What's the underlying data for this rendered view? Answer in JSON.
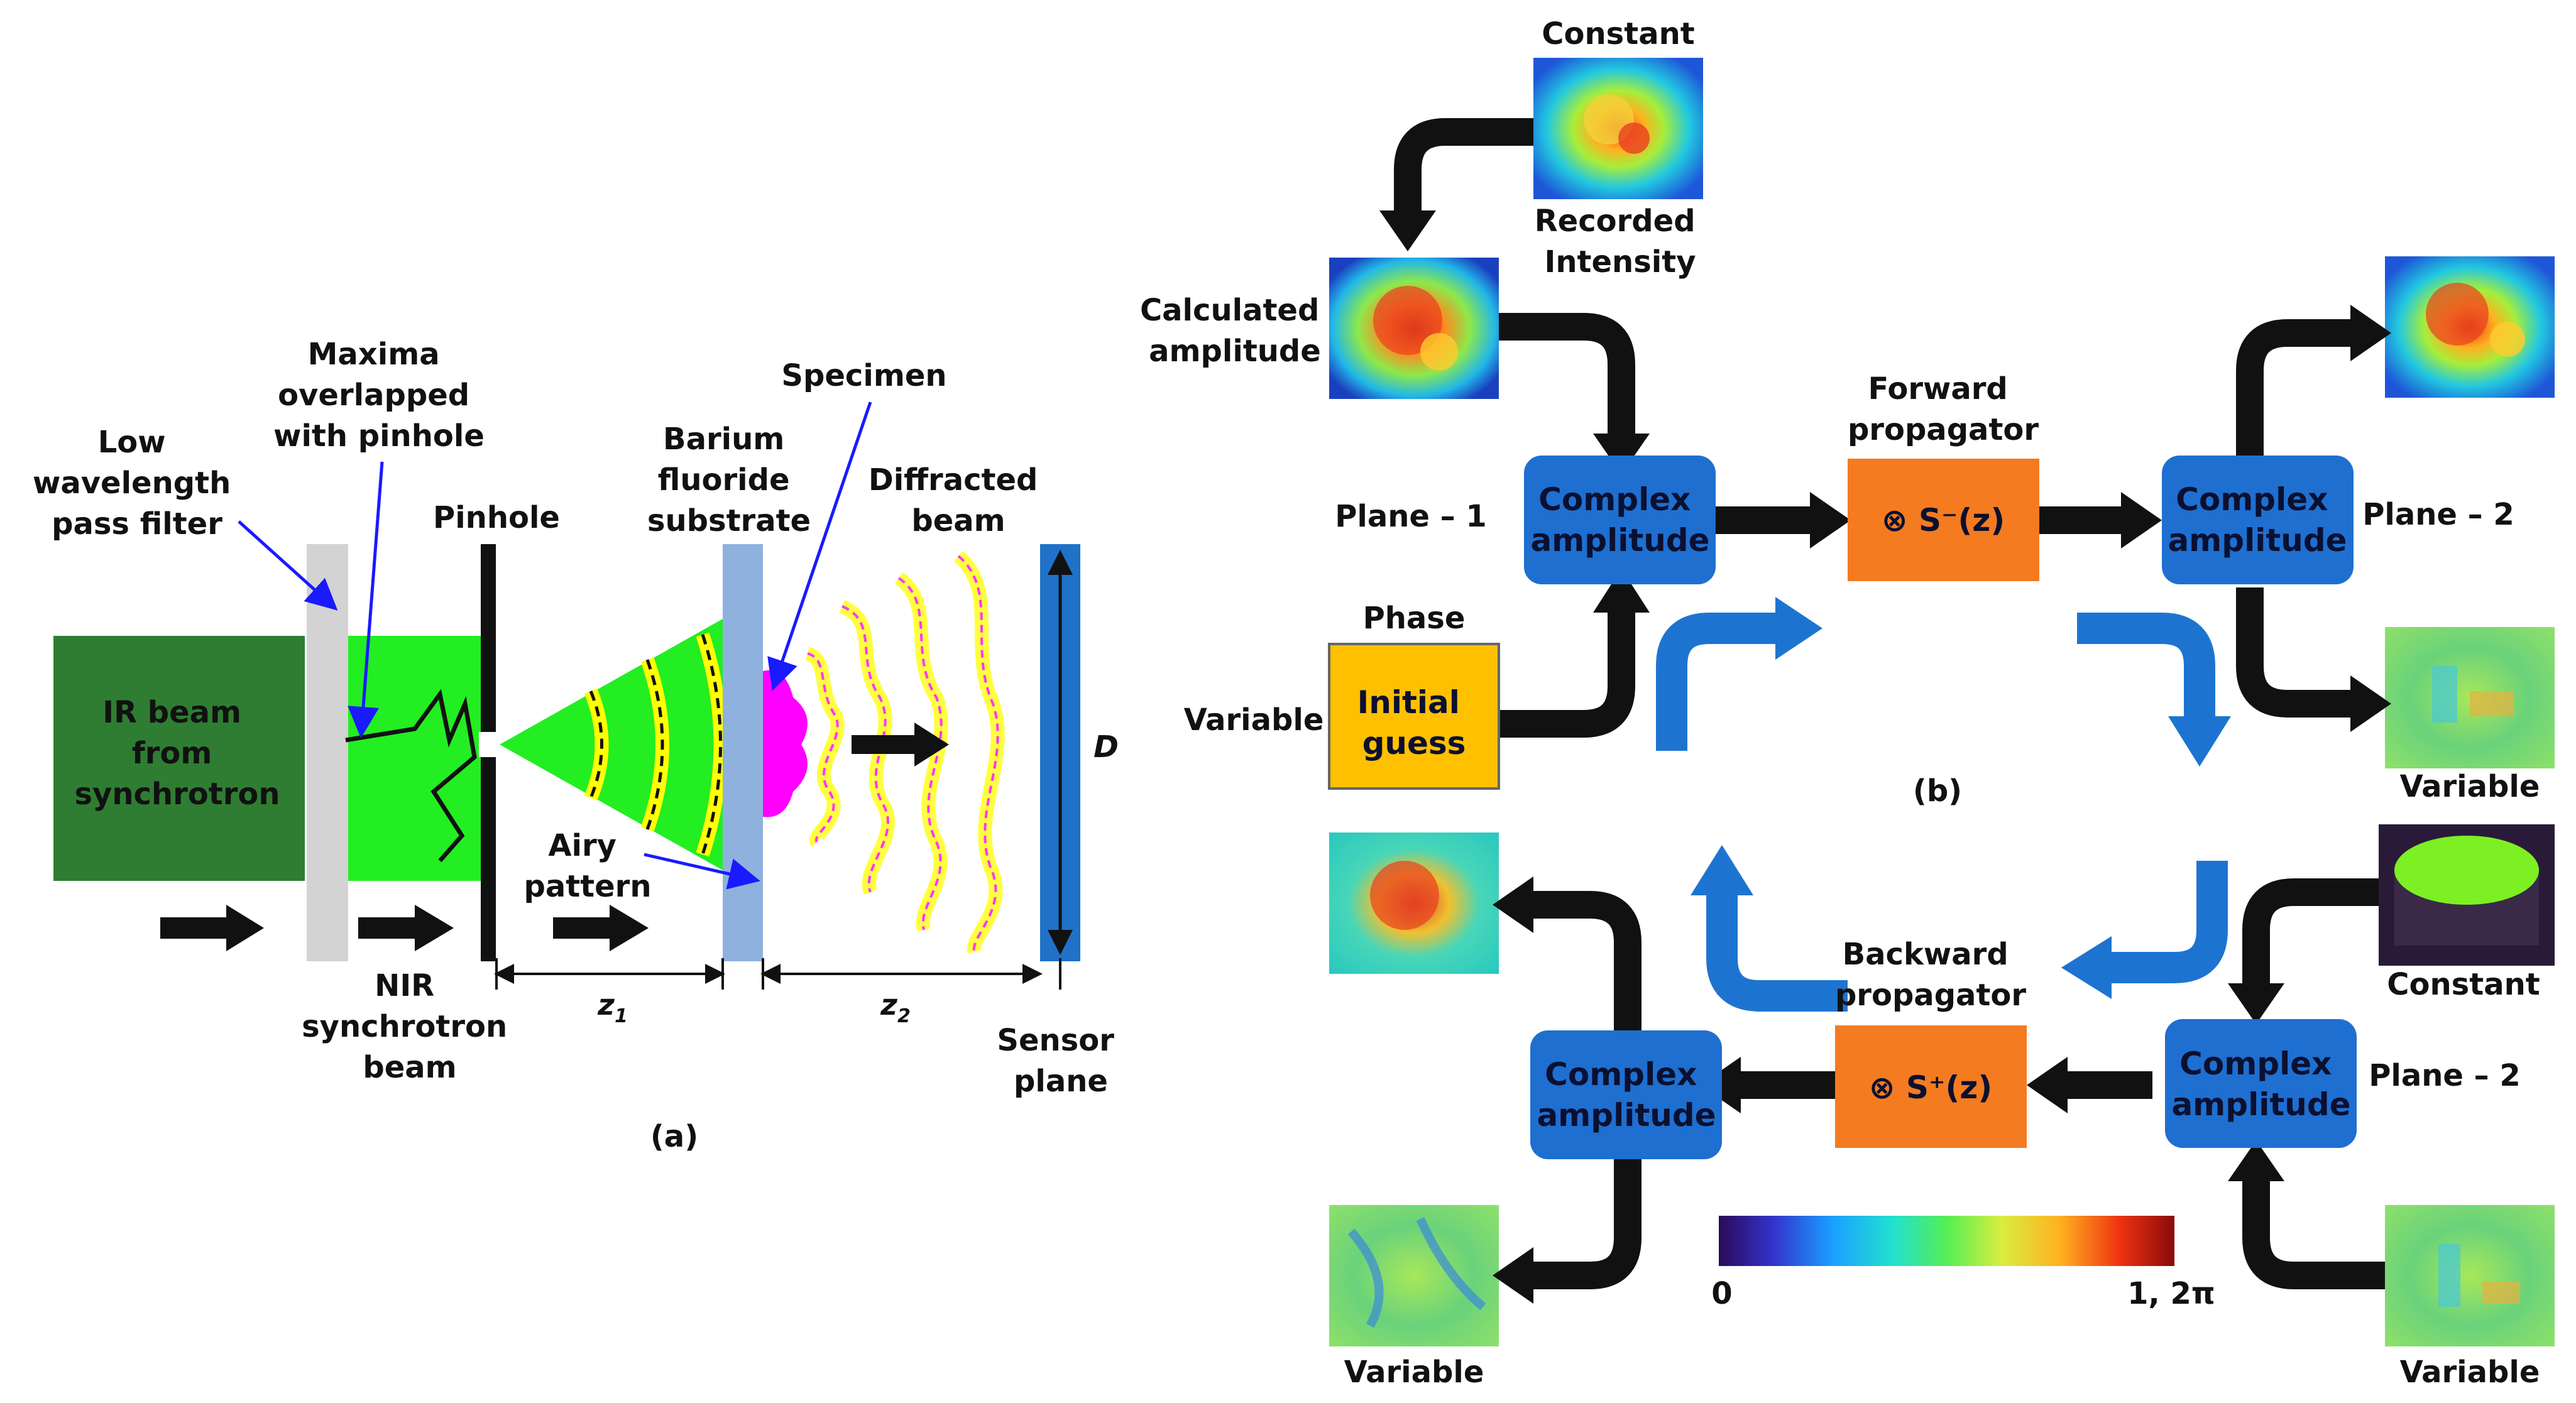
{
  "panel_a": {
    "caption": "(a)",
    "ir_beam": [
      "IR beam",
      "from",
      "synchrotron"
    ],
    "filter_label": [
      "Low",
      "wavelength",
      "pass filter"
    ],
    "maxima_label": [
      "Maxima",
      "overlapped",
      "with pinhole"
    ],
    "pinhole_label": "Pinhole",
    "specimen_label": "Specimen",
    "substrate_label": [
      "Barium",
      "fluoride",
      "substrate"
    ],
    "diffracted_label": [
      "Diffracted",
      "beam"
    ],
    "airy_label": [
      "Airy",
      "pattern"
    ],
    "nir_label": [
      "NIR",
      "synchrotron",
      "beam"
    ],
    "sensor_label": [
      "Sensor",
      "plane"
    ],
    "z1": "z",
    "z1_sub": "1",
    "z2": "z",
    "z2_sub": "2",
    "d_label": "D"
  },
  "panel_b": {
    "caption": "(b)",
    "constant_top": "Constant",
    "recorded_intensity": [
      "Recorded",
      "Intensity"
    ],
    "calculated_amplitude": [
      "Calculated",
      "amplitude"
    ],
    "plane1": "Plane – 1",
    "plane2_top": "Plane – 2",
    "plane2_bottom": "Plane – 2",
    "forward_propagator": [
      "Forward",
      "propagator"
    ],
    "forward_op": "⊗ S⁻(z)",
    "backward_propagator": [
      "Backward",
      "propagator"
    ],
    "backward_op": "⊗ S⁺(z)",
    "complex_amplitude": [
      "Complex",
      "amplitude"
    ],
    "phase": "Phase",
    "initial_guess": [
      "Initial",
      "guess"
    ],
    "variable_left": "Variable",
    "variable_right_top": "Variable",
    "constant_right": "Constant",
    "variable_bottom_left": "Variable",
    "variable_bottom_right": "Variable",
    "colorbar_min": "0",
    "colorbar_max": "1, 2π"
  },
  "colors": {
    "box_blue": "#1e6fd0",
    "box_orange": "#f47b20",
    "box_yellow": "#ffc000",
    "ir_green": "#2e7d32",
    "beam_green": "#22ee22",
    "substrate": "#8fb1de",
    "magenta": "#ff00ff"
  }
}
